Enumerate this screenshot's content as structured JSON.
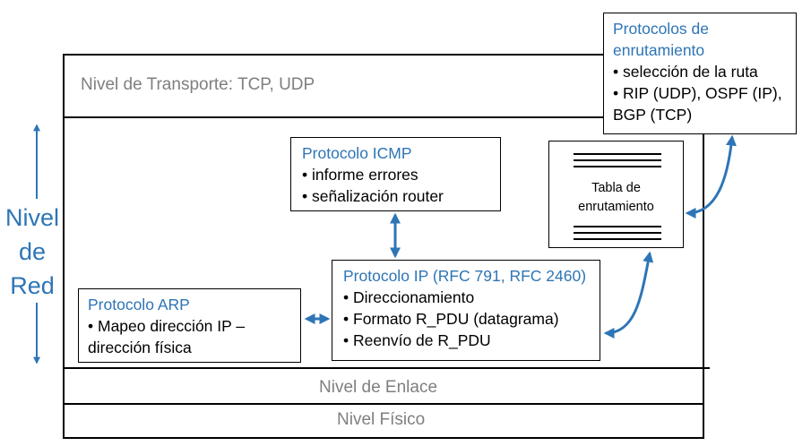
{
  "layers": {
    "transport": "Nivel de Transporte: TCP, UDP",
    "link": "Nivel de Enlace",
    "physical": "Nivel Físico"
  },
  "side_label": {
    "line1": "Nivel",
    "line2": "de",
    "line3": "Red"
  },
  "icmp": {
    "title": "Protocolo ICMP",
    "items": [
      "informe errores",
      "señalización router"
    ]
  },
  "ip": {
    "title": "Protocolo IP (RFC 791, RFC 2460)",
    "items": [
      "Direccionamiento",
      "Formato R_PDU (datagrama)",
      "Reenvío de R_PDU"
    ]
  },
  "arp": {
    "title": "Protocolo ARP",
    "item_line1": "Mapeo dirección IP –",
    "item_line2": "dirección física"
  },
  "routing_table": {
    "line1": "Tabla de",
    "line2": "enrutamiento"
  },
  "routing_protocols": {
    "title_line1": "Protocolos de",
    "title_line2": "enrutamiento",
    "item1": "selección de la ruta",
    "item2_line1": "RIP (UDP), OSPF (IP),",
    "item2_line2": "BGP (TCP)"
  },
  "colors": {
    "accent": "#2e75b6",
    "layer_text": "#7f7f7f",
    "line": "#000000"
  }
}
